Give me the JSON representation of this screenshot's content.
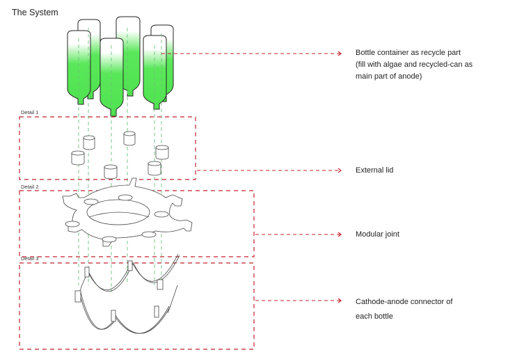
{
  "title": "The System",
  "colors": {
    "callout_line": "#c0222c",
    "guide_line": "#6fbf7f",
    "bottle_fill": "#4fe24f",
    "outline": "#222222"
  },
  "details": [
    {
      "label": "Detail 1"
    },
    {
      "label": "Detail 2"
    },
    {
      "label": "Detail 3"
    }
  ],
  "callouts": [
    {
      "lines": [
        "Bottle container as recycle part",
        "(fill with algae and recycled-can as",
        "main part of anode)"
      ]
    },
    {
      "lines": [
        "External lid"
      ]
    },
    {
      "lines": [
        "Modular joint"
      ]
    },
    {
      "lines": [
        "Cathode-anode connector of",
        "each bottle"
      ]
    }
  ],
  "icons": {
    "arrow": "arrow-right-icon"
  }
}
